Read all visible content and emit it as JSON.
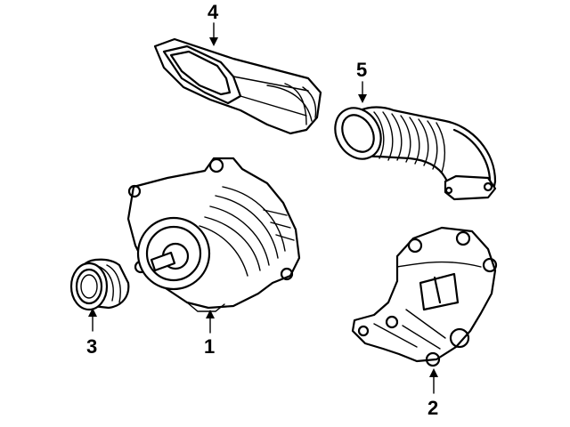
{
  "callouts": [
    {
      "number": "1",
      "part": "alternator"
    },
    {
      "number": "2",
      "part": "mounting-bracket"
    },
    {
      "number": "3",
      "part": "pulley-bushing"
    },
    {
      "number": "4",
      "part": "air-inlet-duct"
    },
    {
      "number": "5",
      "part": "corrugated-hose"
    }
  ]
}
